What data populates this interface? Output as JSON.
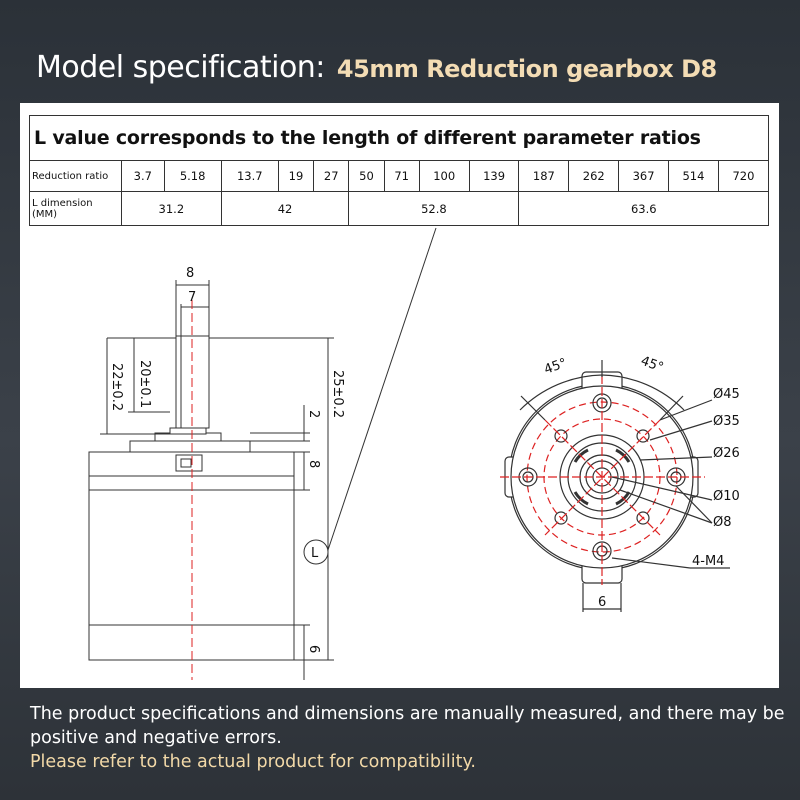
{
  "header": {
    "title_prefix": "Model specification:",
    "title_model": "45mm Reduction gearbox D8"
  },
  "table": {
    "title": "L value corresponds to the length of different parameter ratios",
    "ratio_label": "Reduction ratio",
    "ratios": [
      "3.7",
      "5.18",
      "13.7",
      "19",
      "27",
      "50",
      "71",
      "100",
      "139",
      "187",
      "262",
      "367",
      "514",
      "720"
    ],
    "dimension_label": "L dimension (MM)",
    "dimensions": [
      "31.2",
      "42",
      "52.8",
      "63.6"
    ]
  },
  "drawing": {
    "dim_8": "8",
    "dim_7": "7",
    "dim_22": "22±0.2",
    "dim_20": "20±0.1",
    "dim_25": "25±0.2",
    "dim_2": "2",
    "dim_8b": "8",
    "dim_L": "L",
    "dim_6b": "6",
    "angle_left": "45°",
    "angle_right": "45°",
    "d45": "Ø45",
    "d35": "Ø35",
    "d26": "Ø26",
    "d10": "Ø10",
    "d8": "Ø8",
    "m4": "4-M4",
    "dim_6": "6"
  },
  "footer": {
    "line1": "The product specifications and dimensions are manually measured, and there may be positive and negative errors.",
    "line2": "Please refer to the actual product for compatibility."
  }
}
